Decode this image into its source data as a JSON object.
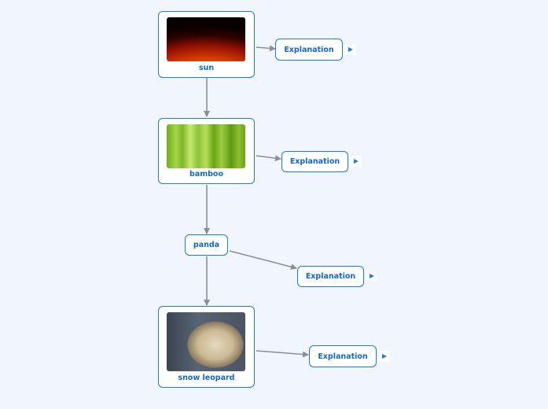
{
  "diagram": {
    "nodes": [
      {
        "id": "sun",
        "label": "sun",
        "image": "sun-photo"
      },
      {
        "id": "bamboo",
        "label": "bamboo",
        "image": "bamboo-photo"
      },
      {
        "id": "panda",
        "label": "panda"
      },
      {
        "id": "snow-leopard",
        "label": "snow leopard",
        "image": "snow-leopard-photo"
      }
    ],
    "explanations": [
      {
        "for": "sun",
        "label": "Explanation"
      },
      {
        "for": "bamboo",
        "label": "Explanation"
      },
      {
        "for": "panda",
        "label": "Explanation"
      },
      {
        "for": "snow-leopard",
        "label": "Explanation"
      }
    ],
    "edges": [
      {
        "from": "sun",
        "to": "bamboo"
      },
      {
        "from": "bamboo",
        "to": "panda"
      },
      {
        "from": "panda",
        "to": "snow-leopard"
      },
      {
        "from": "sun",
        "to": "explanation-0"
      },
      {
        "from": "bamboo",
        "to": "explanation-1"
      },
      {
        "from": "panda",
        "to": "explanation-2"
      },
      {
        "from": "snow-leopard",
        "to": "explanation-3"
      }
    ],
    "expander_icon": "play-triangle-icon",
    "colors": {
      "background": "#f1f5fd",
      "node_border": "#1f7ad8",
      "label": "#1467c4",
      "edge": "#8a8f96"
    }
  }
}
